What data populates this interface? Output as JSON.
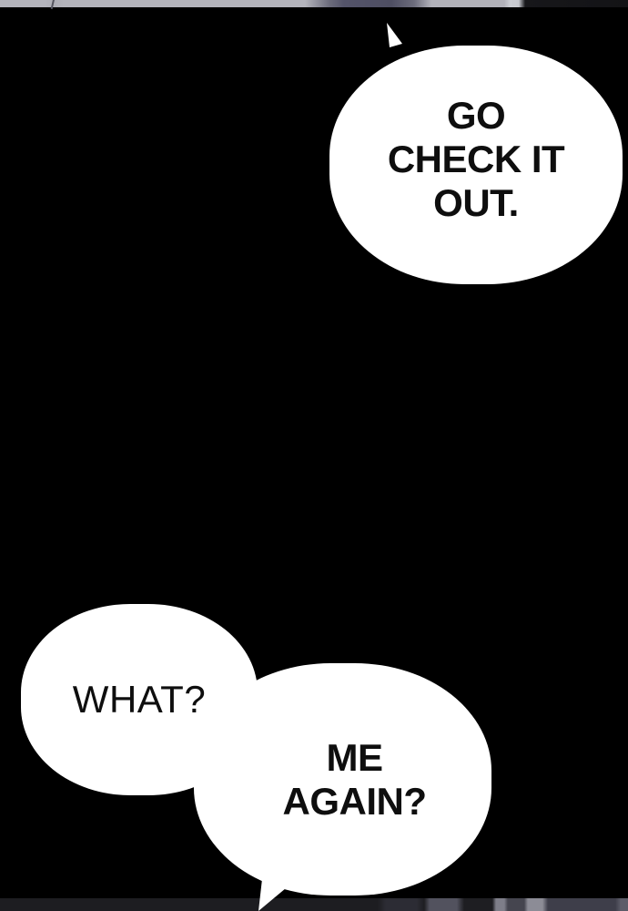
{
  "panel": {
    "bubbles": [
      {
        "name": "go-check",
        "text": "GO\nCHECK IT\nOUT."
      },
      {
        "name": "what",
        "text": "WHAT?"
      },
      {
        "name": "me-again",
        "text": "ME\nAGAIN?"
      }
    ],
    "colors": {
      "background": "#000000",
      "bubble_fill": "#ffffff",
      "bubble_text": "#0e0e0e",
      "top_edge_base": "#b4b4bc",
      "top_edge_shadow": "#4e4e62",
      "bottom_edge_base": "#1d1d21",
      "bottom_edge_highlight": "#8c8c96"
    }
  }
}
